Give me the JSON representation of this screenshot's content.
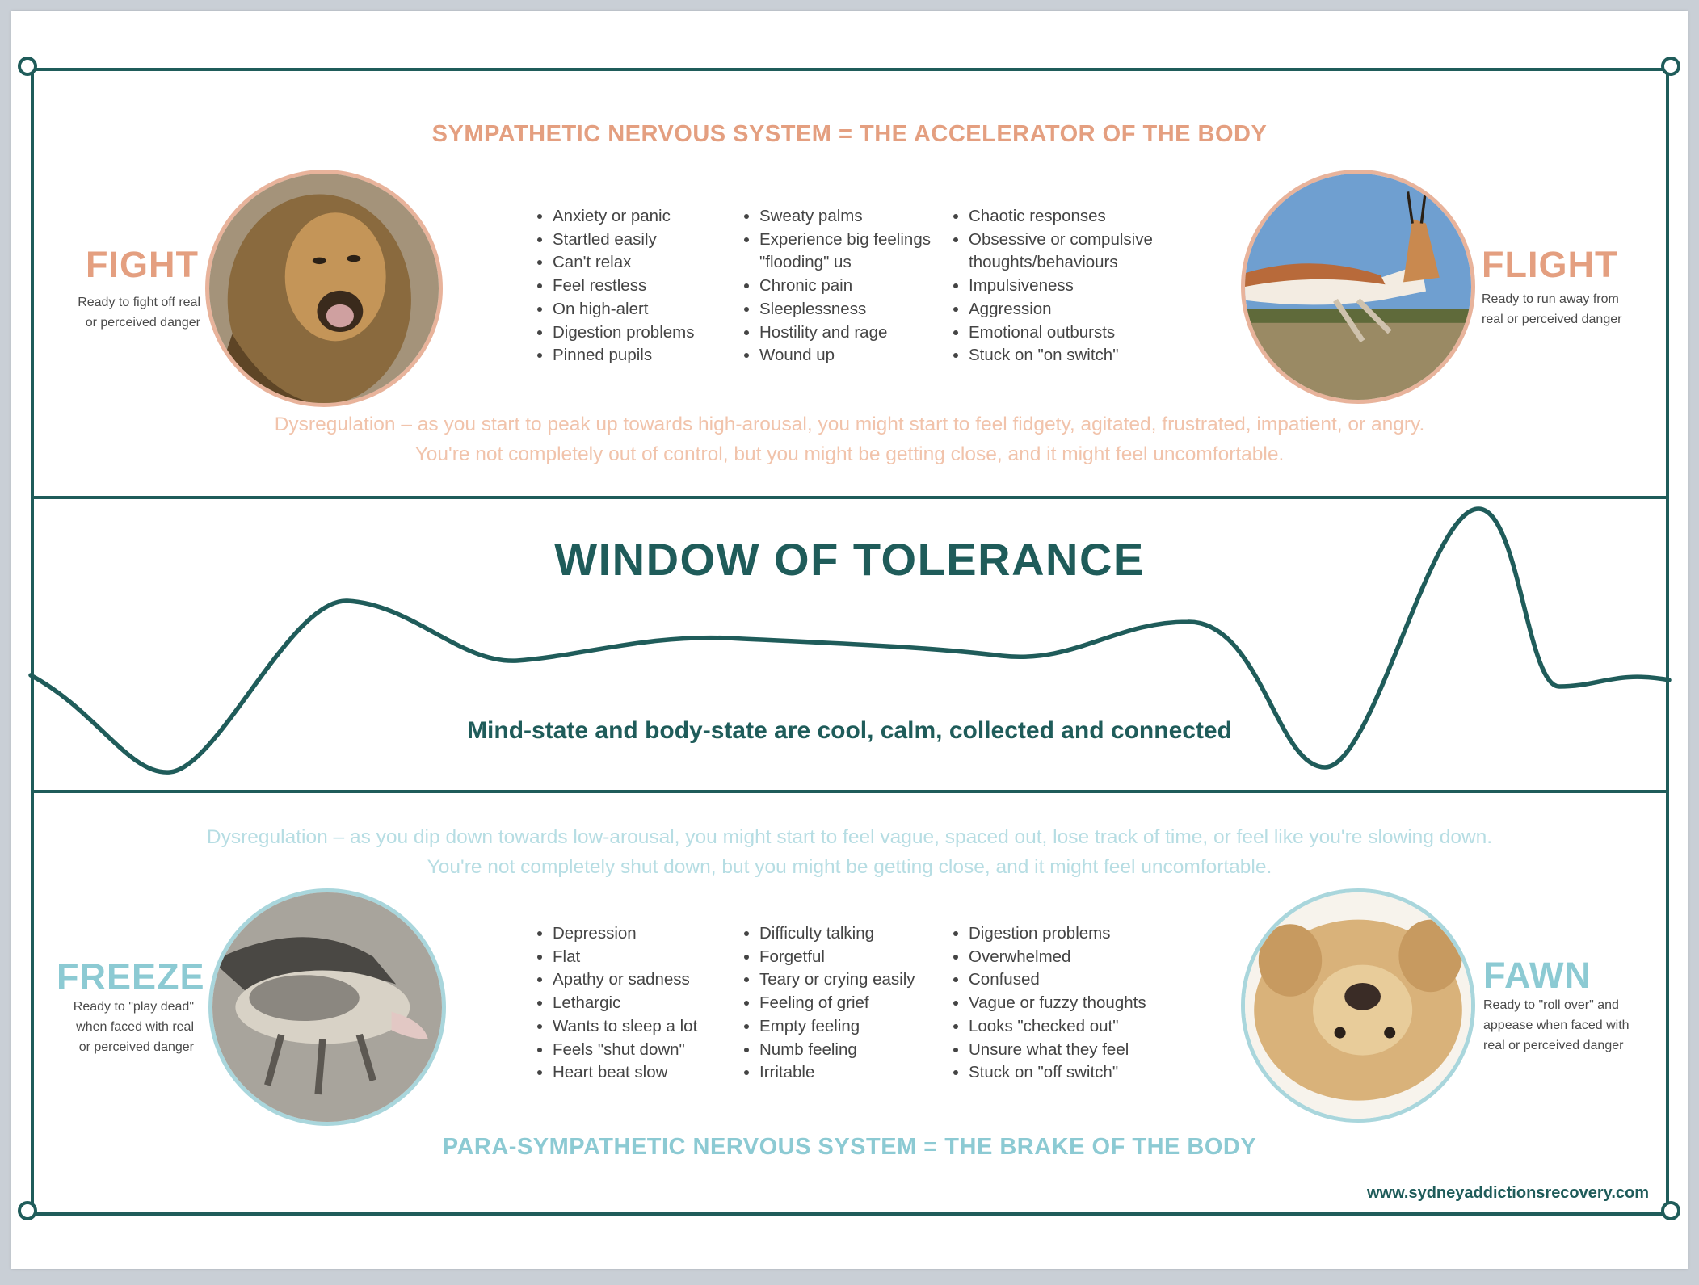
{
  "colors": {
    "teal": "#1f5c5a",
    "salmon": "#e49f80",
    "salmon_light": "#f1c3ab",
    "light_blue": "#8ccad3",
    "light_blue_faint": "#b6dde3",
    "body_text": "#444444"
  },
  "sympathetic_heading": "SYMPATHETIC NERVOUS SYSTEM = THE ACCELERATOR OF THE BODY",
  "fight": {
    "title": "FIGHT",
    "desc_line1": "Ready to fight off real",
    "desc_line2": "or perceived danger",
    "image": "lion-photo"
  },
  "flight": {
    "title": "FLIGHT",
    "desc_line1": "Ready to run away from",
    "desc_line2": "real or perceived danger",
    "image": "springbok-photo"
  },
  "high_arousal_lists": [
    [
      "Anxiety or panic",
      "Startled easily",
      "Can't relax",
      "Feel restless",
      "On high-alert",
      "Digestion problems",
      "Pinned pupils"
    ],
    [
      "Sweaty palms",
      "Experience big feelings \"flooding\" us",
      "Chronic pain",
      "Sleeplessness",
      "Hostility and rage",
      "Wound up"
    ],
    [
      "Chaotic responses",
      "Obsessive or compulsive thoughts/behaviours",
      "Impulsiveness",
      "Aggression",
      "Emotional outbursts",
      "Stuck on \"on switch\""
    ]
  ],
  "dysregulation_high": {
    "line1": "Dysregulation – as you start to peak up towards high-arousal, you might start to feel fidgety, agitated, frustrated, impatient, or angry.",
    "line2": "You're not completely out of control, but you might be getting close, and it might feel uncomfortable."
  },
  "window_title": "WINDOW OF TOLERANCE",
  "window_subtitle": "Mind-state and body-state are cool, calm, collected and connected",
  "dysregulation_low": {
    "line1": "Dysregulation – as you dip down towards low-arousal, you might start to feel vague, spaced out, lose track of time, or feel like you're slowing down.",
    "line2": "You're not completely shut down, but you might be getting close, and it might feel uncomfortable."
  },
  "freeze": {
    "title": "FREEZE",
    "desc_line1": "Ready to \"play dead\"",
    "desc_line2": "when faced with real",
    "desc_line3": "or perceived danger",
    "image": "possum-photo"
  },
  "fawn": {
    "title": "FAWN",
    "desc_line1": "Ready to \"roll over\" and",
    "desc_line2": "appease when faced with",
    "desc_line3": "real or perceived danger",
    "image": "puppy-photo"
  },
  "low_arousal_lists": [
    [
      "Depression",
      "Flat",
      "Apathy or sadness",
      "Lethargic",
      "Wants to sleep a lot",
      "Feels \"shut down\"",
      "Heart beat slow"
    ],
    [
      "Difficulty talking",
      "Forgetful",
      "Teary or crying easily",
      "Feeling of grief",
      "Empty feeling",
      "Numb feeling",
      "Irritable"
    ],
    [
      "Digestion problems",
      "Overwhelmed",
      "Confused",
      "Vague or fuzzy thoughts",
      "Looks \"checked out\"",
      "Unsure what they feel",
      "Stuck on \"off switch\""
    ]
  ],
  "parasympathetic_heading": "PARA-SYMPATHETIC NERVOUS SYSTEM = THE BRAKE OF THE BODY",
  "website": "www.sydneyaddictionsrecovery.com"
}
